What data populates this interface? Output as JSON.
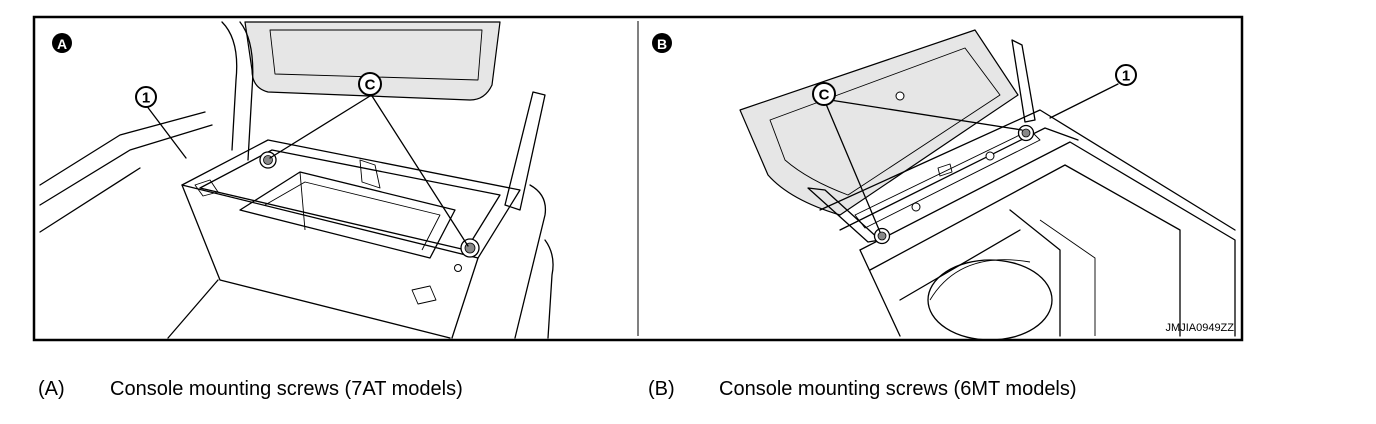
{
  "panels": [
    {
      "letter": "A",
      "callouts": {
        "part": "1",
        "screws": "C"
      }
    },
    {
      "letter": "B",
      "callouts": {
        "part": "1",
        "screws": "C"
      }
    }
  ],
  "reference_code": "JMJIA0949ZZ",
  "captions": [
    {
      "letter": "(A)",
      "text": "Console mounting screws (7AT models)"
    },
    {
      "letter": "(B)",
      "text": "Console mounting screws (6MT models)"
    }
  ]
}
